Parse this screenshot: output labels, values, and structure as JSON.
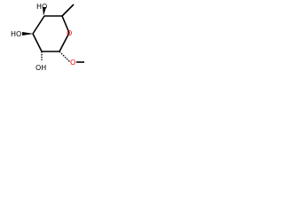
{
  "molecule": {
    "labels": {
      "top_ho": "HO",
      "left_ho": "HO",
      "bottom_oh": "OH",
      "ring_o": "O",
      "methoxy_o": "O"
    },
    "colors": {
      "bond": "#000000",
      "carbon_text": "#000000",
      "oxygen_text": "#ff0000",
      "background": "#ffffff"
    }
  }
}
